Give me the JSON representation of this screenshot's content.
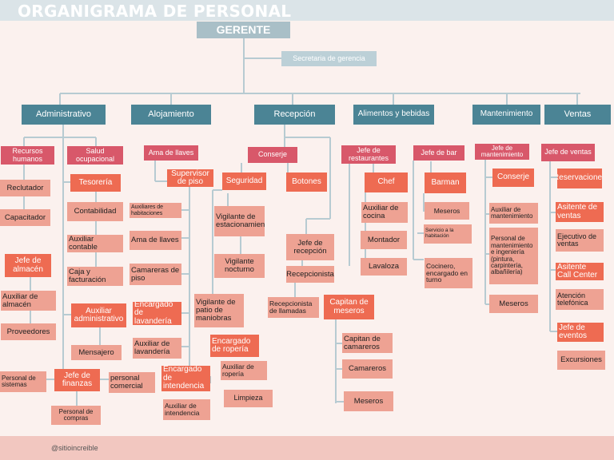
{
  "title": "ORGANIGRAMA DE PERSONAL",
  "footer": "@sitioincreible",
  "colors": {
    "header_band": "#dbe4e8",
    "footer_band": "#f2c7c0",
    "department": "#4b8495",
    "magenta": "#d8586a",
    "orange": "#ee6b52",
    "salmon": "#eea293",
    "connector": "#b7cbd2"
  },
  "nodes": [
    {
      "id": "gerente",
      "label": "GERENTE",
      "style": "top"
    },
    {
      "id": "secretaria",
      "label": "Secretaria de gerencia",
      "style": "sec"
    },
    {
      "id": "administrativo",
      "label": "Administrativo",
      "style": "dept"
    },
    {
      "id": "alojamiento",
      "label": "Alojamiento",
      "style": "dept"
    },
    {
      "id": "recepcion",
      "label": "Recepción",
      "style": "dept"
    },
    {
      "id": "alimentos",
      "label": "Alimentos y bebidas",
      "style": "dept"
    },
    {
      "id": "mantenimiento",
      "label": "Mantenimiento",
      "style": "dept"
    },
    {
      "id": "ventas",
      "label": "Ventas",
      "style": "dept"
    },
    {
      "id": "rrhh",
      "label": "Recursos humanos",
      "style": "red"
    },
    {
      "id": "salud",
      "label": "Salud ocupacional",
      "style": "red"
    },
    {
      "id": "reclutador",
      "label": "Reclutador",
      "style": "pink"
    },
    {
      "id": "tesoreria",
      "label": "Tesorería",
      "style": "org"
    },
    {
      "id": "capacitador",
      "label": "Capacitador",
      "style": "pink"
    },
    {
      "id": "contabilidad",
      "label": "Contabilidad",
      "style": "pink"
    },
    {
      "id": "aux_contable",
      "label": "Auxiliar contable",
      "style": "pink"
    },
    {
      "id": "jefe_almacen",
      "label": "Jefe de almacén",
      "style": "org"
    },
    {
      "id": "caja",
      "label": "Caja y facturación",
      "style": "pink"
    },
    {
      "id": "aux_almacen",
      "label": "Auxiliar de almacén",
      "style": "pink"
    },
    {
      "id": "aux_admin",
      "label": "Auxiliar administrativo",
      "style": "org"
    },
    {
      "id": "proveedores",
      "label": "Proveedores",
      "style": "pink"
    },
    {
      "id": "mensajero",
      "label": "Mensajero",
      "style": "pink"
    },
    {
      "id": "personal_sistemas",
      "label": "Personal de sistemas",
      "style": "pink"
    },
    {
      "id": "jefe_finanzas",
      "label": "Jefe de finanzas",
      "style": "org"
    },
    {
      "id": "personal_comercial",
      "label": "personal comercial",
      "style": "pink"
    },
    {
      "id": "personal_compras",
      "label": "Personal de compras",
      "style": "pink"
    },
    {
      "id": "ama_llaves",
      "label": "Ama de llaves",
      "style": "red"
    },
    {
      "id": "supervisor_piso",
      "label": "Supervisor de piso",
      "style": "org"
    },
    {
      "id": "aux_habitaciones",
      "label": "Auxiliares de habitaciones",
      "style": "pink"
    },
    {
      "id": "ama_llaves2",
      "label": "Ama de llaves",
      "style": "pink"
    },
    {
      "id": "camareras_piso",
      "label": "Camareras de piso",
      "style": "pink"
    },
    {
      "id": "enc_lavanderia",
      "label": "Encargado de lavandería",
      "style": "org"
    },
    {
      "id": "aux_lavanderia",
      "label": "Auxiliar de lavandería",
      "style": "pink"
    },
    {
      "id": "enc_intendencia",
      "label": "Encargado de intendencia",
      "style": "org"
    },
    {
      "id": "aux_intendencia",
      "label": "Auxiliar de intendencia",
      "style": "pink"
    },
    {
      "id": "vigilante_estac",
      "label": "Vigilante de estacionamiento",
      "style": "pink"
    },
    {
      "id": "vigilante_noct",
      "label": "Vigilante nocturno",
      "style": "pink"
    },
    {
      "id": "vigilante_patio",
      "label": "Vigilante de patio de maniobras",
      "style": "pink"
    },
    {
      "id": "enc_ropeia",
      "label": "Encargado de ropería",
      "style": "org"
    },
    {
      "id": "aux_ropeia",
      "label": "Auxiliar de ropería",
      "style": "pink"
    },
    {
      "id": "limpieza",
      "label": "Limpieza",
      "style": "pink"
    },
    {
      "id": "conserje",
      "label": "Conserje",
      "style": "red"
    },
    {
      "id": "seguridad",
      "label": "Seguridad",
      "style": "org"
    },
    {
      "id": "botones",
      "label": "Botones",
      "style": "org"
    },
    {
      "id": "jefe_recepcion",
      "label": "Jefe de recepción",
      "style": "pink"
    },
    {
      "id": "recepcionista",
      "label": "Recepcionista",
      "style": "pink"
    },
    {
      "id": "recep_llamadas",
      "label": "Recepcionista de llamadas",
      "style": "pink"
    },
    {
      "id": "capitan_meseros",
      "label": "Capitan de meseros",
      "style": "org"
    },
    {
      "id": "capitan_camareros",
      "label": "Capitan de camareros",
      "style": "pink"
    },
    {
      "id": "camareros",
      "label": "Camareros",
      "style": "pink"
    },
    {
      "id": "meseros_a",
      "label": "Meseros",
      "style": "pink"
    },
    {
      "id": "jefe_restaurantes",
      "label": "Jefe de restaurantes",
      "style": "red"
    },
    {
      "id": "jefe_bar",
      "label": "Jefe de bar",
      "style": "red"
    },
    {
      "id": "chef",
      "label": "Chef",
      "style": "org"
    },
    {
      "id": "barman",
      "label": "Barman",
      "style": "org"
    },
    {
      "id": "aux_cocina",
      "label": "Auxiliar de cocina",
      "style": "pink"
    },
    {
      "id": "meseros_b",
      "label": "Meseros",
      "style": "pink"
    },
    {
      "id": "montador",
      "label": "Montador",
      "style": "pink"
    },
    {
      "id": "servicio_hab",
      "label": "Servicio a la habitación",
      "style": "pink"
    },
    {
      "id": "lavaloza",
      "label": "Lavaloza",
      "style": "pink"
    },
    {
      "id": "cocinero",
      "label": "Cocinero, encargado en turno",
      "style": "pink"
    },
    {
      "id": "jefe_mant",
      "label": "Jefe de mantenimiento",
      "style": "red"
    },
    {
      "id": "conserje_mant",
      "label": "Conserje",
      "style": "org"
    },
    {
      "id": "aux_mant",
      "label": "Auxiliar de mantenimiento",
      "style": "pink"
    },
    {
      "id": "personal_mant",
      "label": "Personal de mantenimiento e ingeniería (pintura, carpintería, albañilería)",
      "style": "pink"
    },
    {
      "id": "meseros_c",
      "label": "Meseros",
      "style": "pink"
    },
    {
      "id": "jefe_ventas",
      "label": "Jefe de ventas",
      "style": "red"
    },
    {
      "id": "reservaciones",
      "label": "Reservaciones",
      "style": "org"
    },
    {
      "id": "asist_ventas",
      "label": "Asitente de ventas",
      "style": "org"
    },
    {
      "id": "ejecutivo_ventas",
      "label": "Ejecutivo de ventas",
      "style": "pink"
    },
    {
      "id": "asist_call",
      "label": "Asitente Call Center",
      "style": "org"
    },
    {
      "id": "atencion_tel",
      "label": "Atención telefónica",
      "style": "pink"
    },
    {
      "id": "jefe_eventos",
      "label": "Jefe de eventos",
      "style": "org"
    },
    {
      "id": "excursiones",
      "label": "Excursiones",
      "style": "pink"
    }
  ]
}
